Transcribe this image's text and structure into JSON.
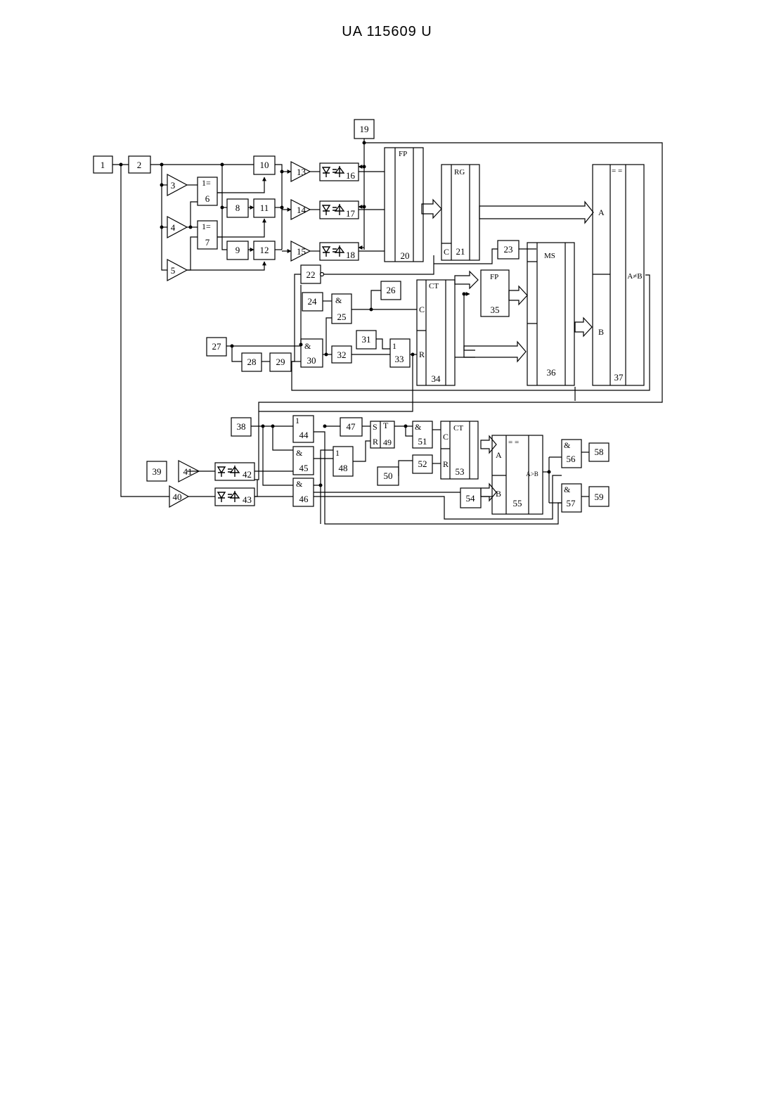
{
  "header": {
    "doc_number": "UA   115609   U"
  },
  "blocks": {
    "b1": "1",
    "b2": "2",
    "b3": "3",
    "b4": "4",
    "b5": "5",
    "b6": "6",
    "b7": "7",
    "b8": "8",
    "b9": "9",
    "b10": "10",
    "b11": "11",
    "b12": "12",
    "b13": "13",
    "b14": "14",
    "b15": "15",
    "b16": "16",
    "b17": "17",
    "b18": "18",
    "b19": "19",
    "b20": "20",
    "b21": "21",
    "b22": "22",
    "b23": "23",
    "b24": "24",
    "b25": "25",
    "b26": "26",
    "b27": "27",
    "b28": "28",
    "b29": "29",
    "b30": "30",
    "b31": "31",
    "b32": "32",
    "b33": "33",
    "b34": "34",
    "b35": "35",
    "b36": "36",
    "b37": "37",
    "b38": "38",
    "b39": "39",
    "b40": "40",
    "b41": "41",
    "b42": "42",
    "b43": "43",
    "b44": "44",
    "b45": "45",
    "b46": "46",
    "b47": "47",
    "b48": "48",
    "b49": "49",
    "b50": "50",
    "b51": "51",
    "b52": "52",
    "b53": "53",
    "b54": "54",
    "b55": "55",
    "b56": "56",
    "b57": "57",
    "b58": "58",
    "b59": "59"
  },
  "marks": {
    "xor": "1=",
    "and": "&",
    "or": "1",
    "fp": "FP",
    "rg": "RG",
    "ct": "CT",
    "ms": "MS",
    "eq": "= =",
    "pin_a": "A",
    "pin_b": "B",
    "pin_c": "C",
    "pin_r": "R",
    "pin_s": "S",
    "pin_t": "T",
    "neq": "A≠B",
    "gt": "A>B"
  }
}
